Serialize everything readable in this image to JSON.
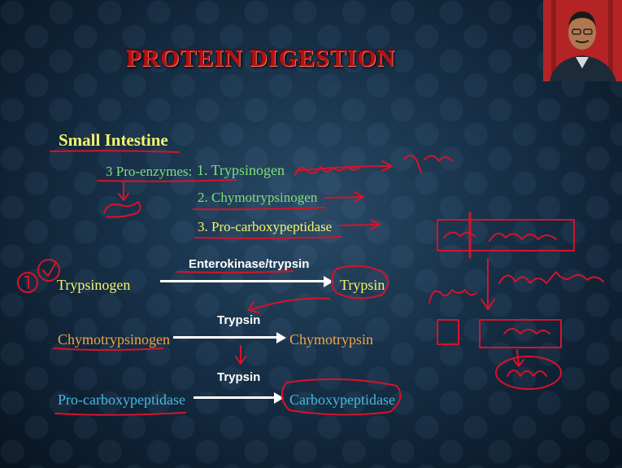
{
  "slide": {
    "title": "PROTEIN DIGESTION",
    "section_heading": "Small Intestine",
    "pro_enzymes_label": "3 Pro-enzymes:",
    "pro_enzymes": [
      "1. Trypsinogen",
      "2. Chymotrypsinogen",
      "3.  Pro-carboxypeptidase"
    ],
    "reactions": [
      {
        "substrate": "Trypsinogen",
        "enzyme": "Enterokinase/trypsin",
        "product": "Trypsin"
      },
      {
        "substrate": "Chymotrypsinogen",
        "enzyme": "Trypsin",
        "product": "Chymotrypsin"
      },
      {
        "substrate": "Pro-carboxypeptidase",
        "enzyme": "Trypsin",
        "product": "Carboxypeptidase"
      }
    ]
  },
  "colors": {
    "title": "#b01313",
    "heading": "#f6f36a",
    "enzymes": "#7ee07a",
    "chymo": "#f0a64a",
    "carboxy": "#47b8e0",
    "ink": "#d6132a"
  },
  "webcam": {
    "present": true
  }
}
